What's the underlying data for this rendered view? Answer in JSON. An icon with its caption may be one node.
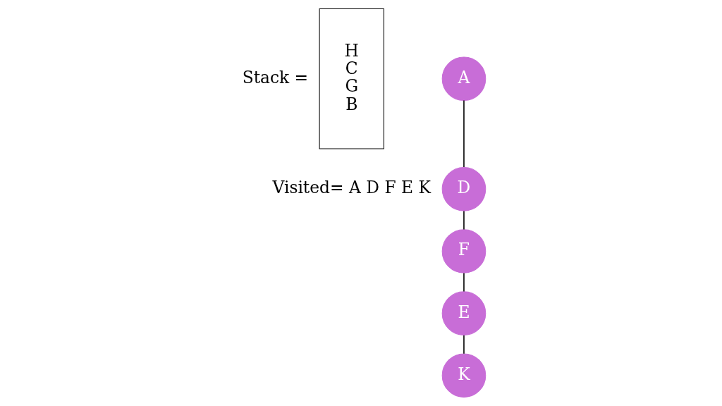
{
  "diagram": {
    "nodes": [
      {
        "text": [
          "H",
          "C",
          "G",
          "B"
        ],
        "beside": [
          "Stack ="
        ]
      },
      {
        "text": [
          "A"
        ]
      },
      {
        "text": [
          "D"
        ]
      },
      {
        "text": [
          "F"
        ]
      },
      {
        "text": [
          "E"
        ]
      },
      {
        "text": [
          "K"
        ]
      }
    ],
    "edges": [
      {
        "from": 1,
        "to": 2,
        "arrow": "none"
      },
      {
        "from": 2,
        "to": 3,
        "arrow": "none"
      },
      {
        "from": 3,
        "to": 4,
        "arrow": "none"
      },
      {
        "from": 4,
        "to": 5,
        "arrow": "none"
      }
    ],
    "labels": [
      "Visited= A D F E K"
    ]
  }
}
